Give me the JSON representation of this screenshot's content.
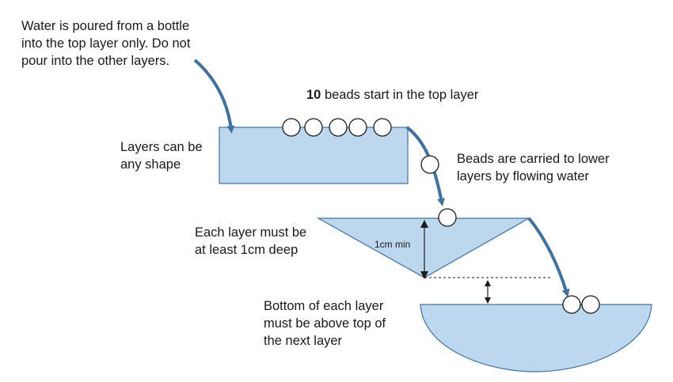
{
  "labels": {
    "pour_instruction": "Water is poured from a bottle\ninto the top layer only. Do not\npour into the other layers.",
    "beads_start_count": "10",
    "beads_start_text": " beads start in the top layer",
    "layers_shape": "Layers can be\nany shape",
    "beads_carried": "Beads are carried to lower\nlayers by flowing water",
    "layer_depth": "Each layer must be\nat least 1cm deep",
    "depth_marker": "1cm min",
    "bottom_above": "Bottom of each layer\nmust be above top of\nthe next layer"
  },
  "colors": {
    "layer_fill": "#bdd7ee",
    "layer_stroke": "#41719c",
    "arrow": "#41719c",
    "bead_fill": "#ffffff",
    "bead_stroke": "#1a1a1a"
  }
}
